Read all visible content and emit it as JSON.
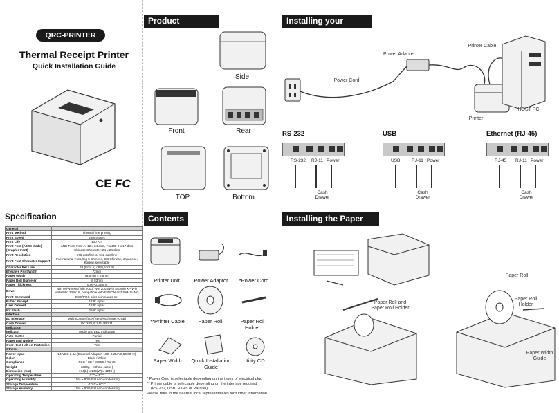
{
  "cover": {
    "badge": "QRC-PRINTER",
    "title": "Thermal Receipt Printer",
    "subtitle": "Quick Installation Guide",
    "cert_ce": "CE",
    "cert_fc": "FC"
  },
  "overview": {
    "header": "Product Overview",
    "views": [
      "Side",
      "Front",
      "Rear",
      "TOP",
      "Bottom"
    ]
  },
  "installing": {
    "header": "Installing your Printer",
    "labels": {
      "power_adapter": "Power Adapter",
      "printer_cable": "Printer Cable",
      "power_cord": "Power Cord",
      "printer": "Printer",
      "host_pc": "HOST PC"
    },
    "interfaces": [
      {
        "title": "RS-232",
        "ports": [
          "RS-232",
          "RJ-11",
          "Power"
        ],
        "drawer": "Cash Drawer"
      },
      {
        "title": "USB",
        "ports": [
          "USB",
          "RJ-11",
          "Power"
        ],
        "drawer": "Cash Drawer"
      },
      {
        "title": "Ethernet (RJ-45)",
        "ports": [
          "RJ-45",
          "RJ-11",
          "Power"
        ],
        "drawer": "Cash Drawer"
      }
    ]
  },
  "spec": {
    "header": "Specification",
    "rows": [
      {
        "k": "General",
        "v": "",
        "group": true
      },
      {
        "k": "Print Method",
        "v": "Thermal line printing"
      },
      {
        "k": "Print Speed",
        "v": "250mm/sec"
      },
      {
        "k": "Print Life",
        "v": "100 Km"
      },
      {
        "k": "Print Font (ASCII Mode)",
        "v": "ANK Font: Font A: 12 x 24 dots, Font B: 9 x 17 dots"
      },
      {
        "k": "(Graphic Font)",
        "v": "Chinese Character: 24 x 24 dots"
      },
      {
        "k": "Print Resolution",
        "v": "576 dots/line or 512 dots/line"
      },
      {
        "k": "Print Font Character Support",
        "v": "International Font, Big 5 Chinese, GB Chinese, Japanese, Korean selectable"
      },
      {
        "k": "Character Per Line",
        "v": "48 (Font A) / 64 (Font B)"
      },
      {
        "k": "Effective Print Width",
        "v": "72mm"
      },
      {
        "k": "Paper Width",
        "v": "79.5mm ± 0.5mm"
      },
      {
        "k": "Paper Roll Diameter",
        "v": "≦ 83mm"
      },
      {
        "k": "Paper Thickness",
        "v": "0.06~0.08mm"
      },
      {
        "k": "Driver",
        "v": "Win 98/Win ME/Win 2000/ Win 2003/Win NT/Win XP/Win Vista/Win 7/Win 8, compatible with EPSON and SAMSUNG"
      },
      {
        "k": "Print Command",
        "v": "ESC/POS print commands set"
      },
      {
        "k": "Buffer Receipt",
        "v": "128K bytes"
      },
      {
        "k": "User Defined",
        "v": "128K bytes"
      },
      {
        "k": "NV Flash",
        "v": "256K bytes"
      },
      {
        "k": "Interface",
        "v": "",
        "group": true
      },
      {
        "k": "I/O Interface",
        "v": "Multi I/O Interface (Serial+Ethernet+USB)"
      },
      {
        "k": "Cash Drawer",
        "v": "DC 24V, RJ-11 / RJ-11"
      },
      {
        "k": "Indication",
        "v": "",
        "group": true
      },
      {
        "k": "Indicator",
        "v": "Audio and LED Indicators"
      },
      {
        "k": "Auto Cutter",
        "v": "Partial"
      },
      {
        "k": "Paper End Notice",
        "v": "Yes"
      },
      {
        "k": "Over Heat Halt on Protection",
        "v": "Yes"
      },
      {
        "k": "Others",
        "v": "",
        "group": true
      },
      {
        "k": "Power Input",
        "v": "24 VDC 2.5A (External Adapter: 100~240VAC,50/60Hz)"
      },
      {
        "k": "Color",
        "v": "Black / White"
      },
      {
        "k": "Compliance",
        "v": "FCC / CE / WEEE / RoHS"
      },
      {
        "k": "Weight",
        "v": "1200g ( without cable )"
      },
      {
        "k": "Dimension (mm)",
        "v": "174(L) x 144(W) x 124(H)"
      },
      {
        "k": "Operating Temperature",
        "v": "0°C~45°C"
      },
      {
        "k": "Operating Humidity",
        "v": "10% ~ 80% RH non-condensing"
      },
      {
        "k": "Storage Temperature",
        "v": "-10°C~ 60°C"
      },
      {
        "k": "Storage Humidity",
        "v": "10% ~ 90% RH non-condensing"
      }
    ]
  },
  "contents": {
    "header": "Contents",
    "items": [
      "Printer Unit",
      "Power Adaptor",
      "*Power Cord",
      "**Printer Cable",
      "Paper Roll",
      "Paper Roll Holder",
      "Paper Width",
      "Quick Installation Guide",
      "Utility CD"
    ],
    "notes": [
      "* Power Cord is selectable depending on the types of electrical plug",
      "** Printer cable is selectable depending on the interface required",
      "(RS-232, USB, RJ-45 or Parallel)",
      "Please refer to the nearest local representatives for further information"
    ]
  },
  "paper": {
    "header": "Installing the Paper Roll",
    "labels": {
      "a": "Paper Roll and Paper Roll Holder",
      "b": "Paper Roll",
      "c": "Paper Roll Holder",
      "d": "Paper Width Guide"
    }
  }
}
